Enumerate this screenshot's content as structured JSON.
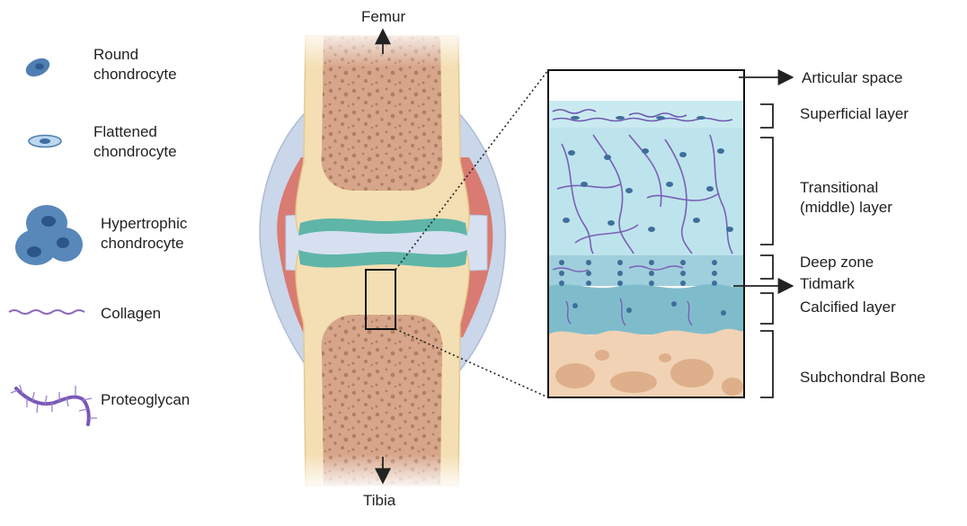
{
  "legend": {
    "round_chondrocyte": "Round chondrocyte",
    "flattened_chondrocyte": "Flattened chondrocyte",
    "hypertrophic_chondrocyte": "Hypertrophic chondrocyte",
    "collagen": "Collagen",
    "proteoglycan": "Proteoglycan"
  },
  "joint": {
    "top_label": "Femur",
    "bottom_label": "Tibia"
  },
  "layers": {
    "articular_space": "Articular space",
    "superficial": "Superficial layer",
    "transitional": "Transitional (middle) layer",
    "deep_zone": "Deep zone",
    "tidmark": "Tidmark",
    "calcified": "Calcified layer",
    "subchondral": "Subchondral Bone"
  },
  "colors": {
    "bone_fill": "#d9a98c",
    "bone_spots": "#a97a5f",
    "cartilage_cream": "#f3dfb3",
    "cartilage_teal": "#5fb5a8",
    "joint_space": "#d4ddef",
    "capsule_red": "#d97b72",
    "capsule_outer": "#c7d3e8",
    "cell_blue": "#4f7eb2",
    "collagen_purple": "#8b6cc0"
  }
}
